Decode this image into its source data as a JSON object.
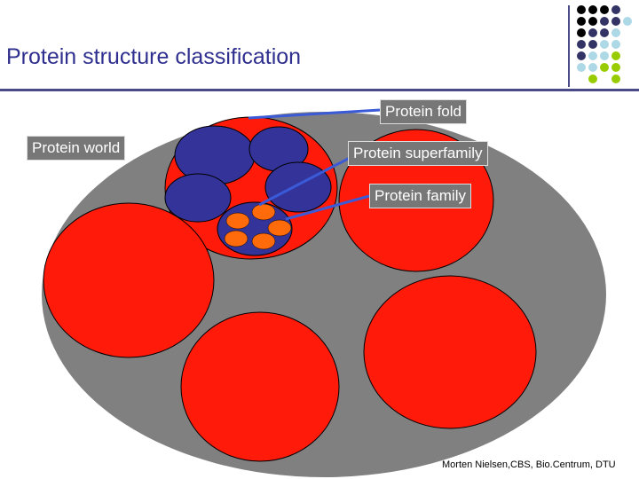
{
  "title": "Protein structure classification",
  "labels": {
    "world": "Protein world",
    "fold": "Protein fold",
    "superfamily": "Protein superfamily",
    "family": "Protein family"
  },
  "footer": "Morten Nielsen,CBS, Bio.Centrum, DTU",
  "colors": {
    "title": "#2f2f8f",
    "rule": "#4a4a88",
    "world": "#808080",
    "superfamily": "#ff1a0a",
    "fold": "#333399",
    "family": "#ff6a0a",
    "connector": "#3a5ad8",
    "label_bg": "#777777"
  },
  "decoration": {
    "dot_colors": [
      "#000000",
      "#333366",
      "#add8e6",
      "#99cc00"
    ]
  }
}
